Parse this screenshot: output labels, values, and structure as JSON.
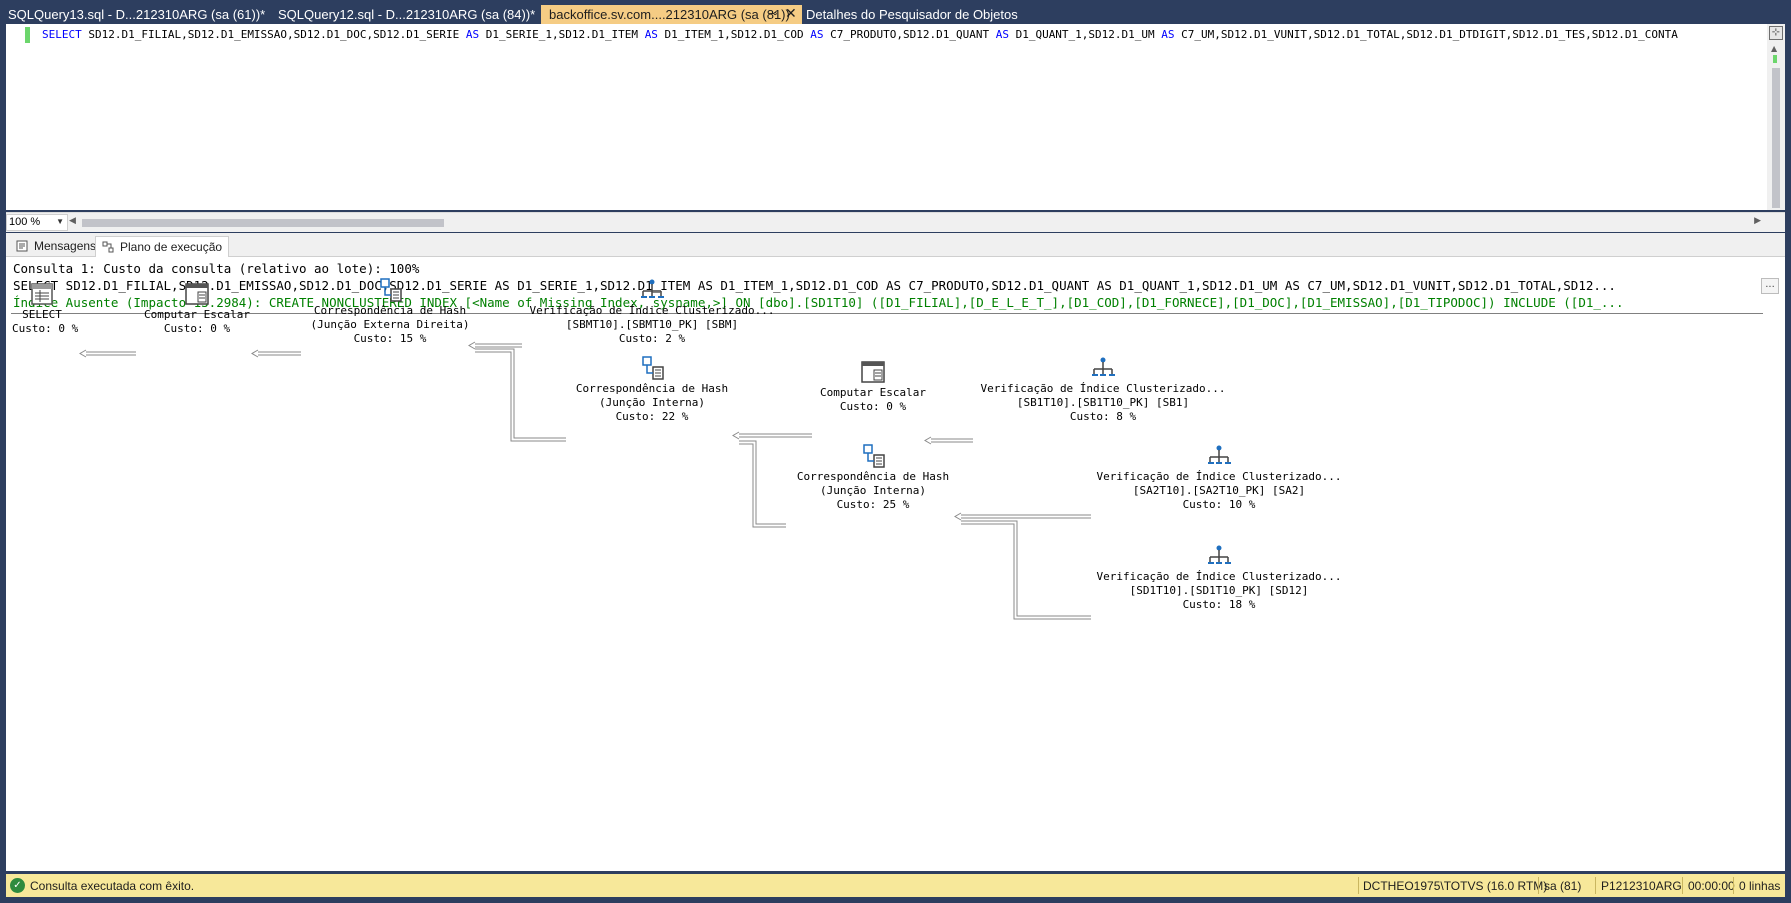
{
  "tabs": [
    {
      "label": "SQLQuery13.sql - D...212310ARG (sa (61))*",
      "active": false
    },
    {
      "label": "SQLQuery12.sql - D...212310ARG (sa (84))*",
      "active": false
    },
    {
      "label": "backoffice.sv.com....212310ARG (sa (81))",
      "active": true,
      "pin": "⊸",
      "close": "✕"
    },
    {
      "label": "Detalhes do Pesquisador de Objetos",
      "active": false
    }
  ],
  "editor": {
    "sql_tokens": [
      {
        "t": "SELECT",
        "kw": true
      },
      {
        "t": " SD12.D1_FILIAL,SD12.D1_EMISSAO,SD12.D1_DOC,SD12.D1_SERIE ",
        "kw": false
      },
      {
        "t": "AS",
        "kw": true
      },
      {
        "t": " D1_SERIE_1,SD12.D1_ITEM ",
        "kw": false
      },
      {
        "t": "AS",
        "kw": true
      },
      {
        "t": " D1_ITEM_1,SD12.D1_COD ",
        "kw": false
      },
      {
        "t": "AS",
        "kw": true
      },
      {
        "t": " C7_PRODUTO,SD12.D1_QUANT ",
        "kw": false
      },
      {
        "t": "AS",
        "kw": true
      },
      {
        "t": " D1_QUANT_1,SD12.D1_UM ",
        "kw": false
      },
      {
        "t": "AS",
        "kw": true
      },
      {
        "t": " C7_UM,SD12.D1_VUNIT,SD12.D1_TOTAL,SD12.D1_DTDIGIT,SD12.D1_TES,SD12.D1_CONTA",
        "kw": false
      }
    ],
    "zoom": "100 %"
  },
  "result_tabs": {
    "messages": "Mensagens",
    "plan": "Plano de execução"
  },
  "plan": {
    "header": "Consulta 1: Custo da consulta (relativo ao lote): 100%",
    "sql": "SELECT SD12.D1_FILIAL,SD12.D1_EMISSAO,SD12.D1_DOC,SD12.D1_SERIE AS D1_SERIE_1,SD12.D1_ITEM AS D1_ITEM_1,SD12.D1_COD AS C7_PRODUTO,SD12.D1_QUANT AS D1_QUANT_1,SD12.D1_UM AS C7_UM,SD12.D1_VUNIT,SD12.D1_TOTAL,SD12...",
    "missing_index": "Índice Ausente (Impacto 13.2984): CREATE NONCLUSTERED INDEX [<Name of Missing Index, sysname,>] ON [dbo].[SD1T10] ([D1_FILIAL],[D_E_L_E_T_],[D1_COD],[D1_FORNECE],[D1_DOC],[D1_EMISSAO],[D1_TIPODOC]) INCLUDE ([D1_...",
    "ellipsis": "...",
    "nodes": {
      "select": {
        "line1": "SELECT",
        "cost": "Custo: 0 %",
        "icon": "select-icon"
      },
      "compute1": {
        "line1": "Computar Escalar",
        "cost": "Custo: 0 %",
        "icon": "compute-scalar-icon"
      },
      "hash1": {
        "line1": "Correspondência de Hash",
        "line2": "(Junção Externa Direita)",
        "cost": "Custo: 15 %",
        "icon": "hash-match-icon"
      },
      "scan_sbm": {
        "line1": "Verificação de Índice Clusterizado...",
        "line2": "[SBMT10].[SBMT10_PK] [SBM]",
        "cost": "Custo: 2 %",
        "icon": "clustered-index-scan-icon"
      },
      "hash2": {
        "line1": "Correspondência de Hash",
        "line2": "(Junção Interna)",
        "cost": "Custo: 22 %",
        "icon": "hash-match-icon"
      },
      "compute2": {
        "line1": "Computar Escalar",
        "cost": "Custo: 0 %",
        "icon": "compute-scalar-icon"
      },
      "scan_sb1": {
        "line1": "Verificação de Índice Clusterizado...",
        "line2": "[SB1T10].[SB1T10_PK] [SB1]",
        "cost": "Custo: 8 %",
        "icon": "clustered-index-scan-icon"
      },
      "hash3": {
        "line1": "Correspondência de Hash",
        "line2": "(Junção Interna)",
        "cost": "Custo: 25 %",
        "icon": "hash-match-icon"
      },
      "scan_sa2": {
        "line1": "Verificação de Índice Clusterizado...",
        "line2": "[SA2T10].[SA2T10_PK] [SA2]",
        "cost": "Custo: 10 %",
        "icon": "clustered-index-scan-icon"
      },
      "scan_sd1": {
        "line1": "Verificação de Índice Clusterizado...",
        "line2": "[SD1T10].[SD1T10_PK] [SD12]",
        "cost": "Custo: 18 %",
        "icon": "clustered-index-scan-icon"
      }
    }
  },
  "statusbar": {
    "message": "Consulta executada com êxito.",
    "server": "DCTHEO1975\\TOTVS (16.0 RTM)",
    "user": "sa (81)",
    "database": "P1212310ARG",
    "elapsed": "00:00:00",
    "rows": "0 linhas",
    "color": "#f7e89a"
  }
}
